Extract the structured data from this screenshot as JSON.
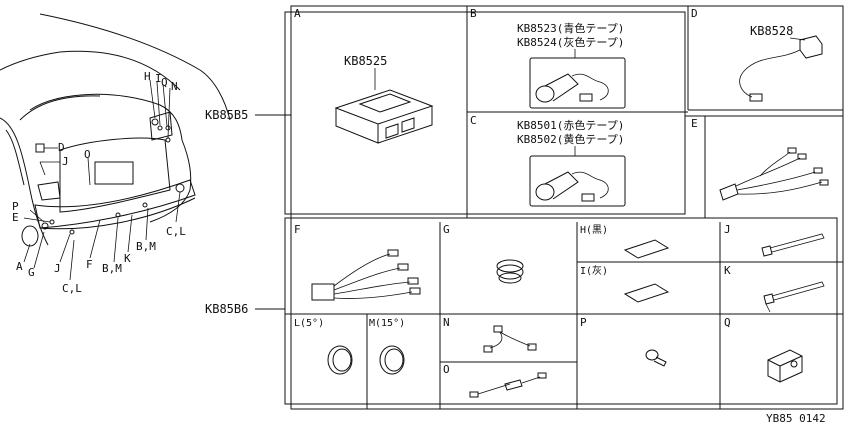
{
  "diagram": {
    "group_upper": "KB85B5",
    "group_lower": "KB85B6",
    "figure_code": "YB85 0142",
    "cells": {
      "A": {
        "letter": "A",
        "part": "KB8525"
      },
      "B": {
        "letter": "B",
        "part_1": "KB8523(青色テープ)",
        "part_2": "KB8524(灰色テープ)"
      },
      "C": {
        "letter": "C",
        "part_1": "KB8501(赤色テープ)",
        "part_2": "KB8502(黄色テープ)"
      },
      "D": {
        "letter": "D",
        "part": "KB8528"
      },
      "E": {
        "letter": "E"
      },
      "F": {
        "letter": "F"
      },
      "G": {
        "letter": "G"
      },
      "H": {
        "letter": "H(黒)"
      },
      "I": {
        "letter": "I(灰)"
      },
      "J": {
        "letter": "J"
      },
      "K": {
        "letter": "K"
      },
      "L": {
        "letter": "L(5°)"
      },
      "M": {
        "letter": "M(15°)"
      },
      "N": {
        "letter": "N"
      },
      "O": {
        "letter": "O"
      },
      "P": {
        "letter": "P"
      },
      "Q": {
        "letter": "Q"
      }
    },
    "car_callouts": {
      "H": "H",
      "I": "I",
      "Q": "Q",
      "N": "N",
      "D": "D",
      "J_top": "J",
      "O": "O",
      "P": "P",
      "E": "E",
      "A": "A",
      "G": "G",
      "J_bottom": "J",
      "CL_left": "C,L",
      "F": "F",
      "BM_left": "B,M",
      "K": "K",
      "BM_right": "B,M",
      "CL_right": "C,L"
    }
  }
}
